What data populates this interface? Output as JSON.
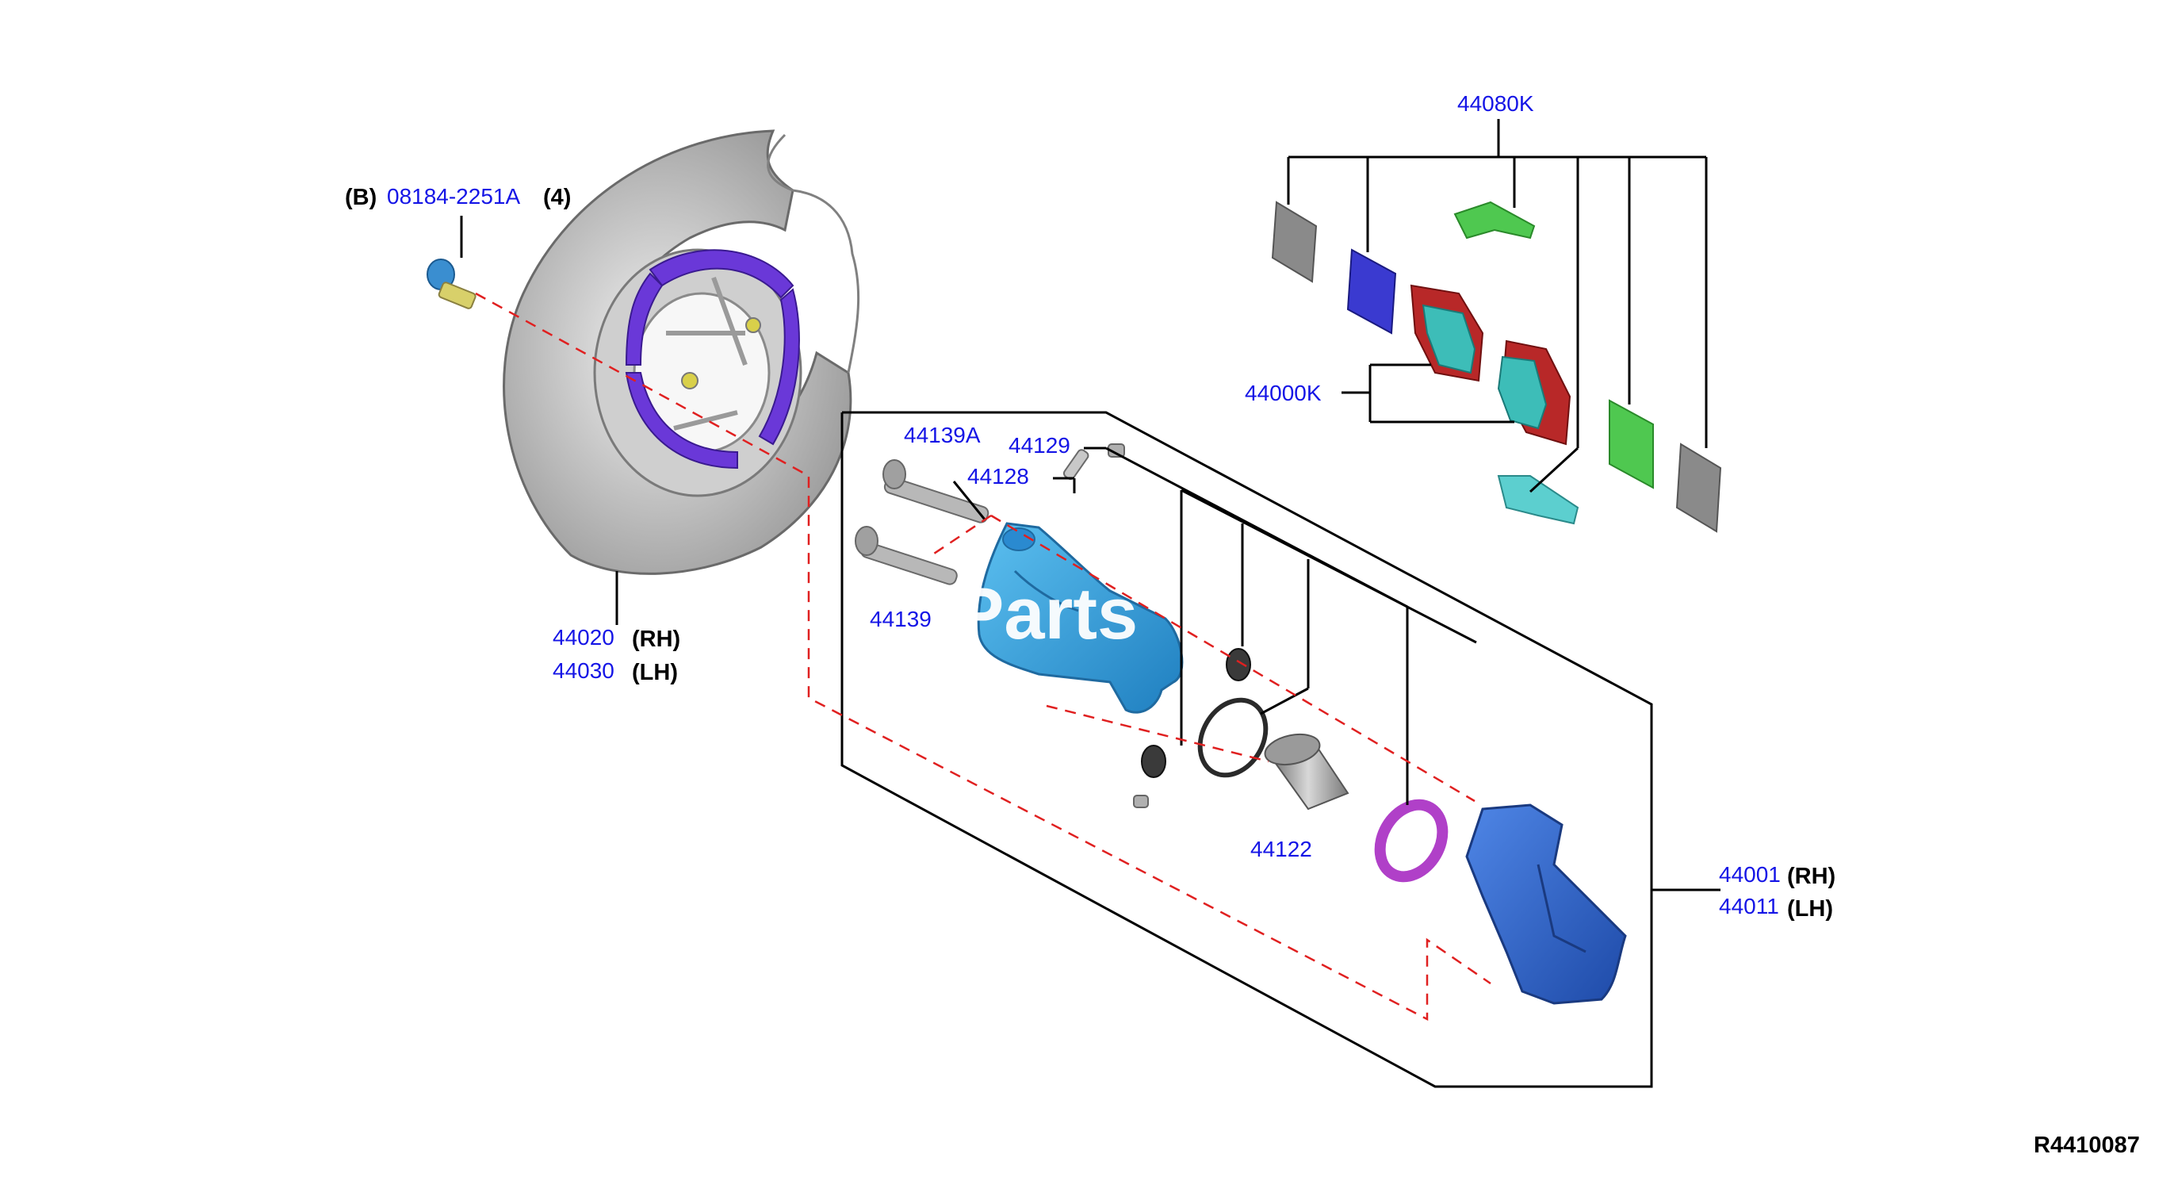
{
  "labels": {
    "bolt": {
      "prefix": "(B)",
      "part": "08184-2251A",
      "qty": "(4)"
    },
    "plate_rh": {
      "part": "44020",
      "side": "(RH)"
    },
    "plate_lh": {
      "part": "44030",
      "side": "(LH)"
    },
    "pad_kit": {
      "part": "44080K"
    },
    "pad_set": {
      "part": "44000K"
    },
    "pin_a": {
      "part": "44139A"
    },
    "pin_b": {
      "part": "44139"
    },
    "bleeder_cap": {
      "part": "44129"
    },
    "bleeder_screw": {
      "part": "44128"
    },
    "piston": {
      "part": "44122"
    },
    "caliper_rh": {
      "part": "44001",
      "side": "(RH)"
    },
    "caliper_lh": {
      "part": "44011",
      "side": "(LH)"
    }
  },
  "watermark": "Parts",
  "reference": "R4410087",
  "colors": {
    "part_number": "#1515e6",
    "leader": "#000000",
    "dashed_guide": "#e02020",
    "caliper": "#3aa0d8",
    "bracket": "#2f63c8",
    "shoe_lining": "#6a38d8",
    "pad_friction": "#3dbdb8",
    "pad_backing": "#b82828",
    "shim_green": "#4fc850",
    "shim_teal": "#5ccfcf",
    "shim_grey": "#8a8a8a",
    "shim_blue": "#3a3ad0",
    "seal": "#b040c8"
  }
}
